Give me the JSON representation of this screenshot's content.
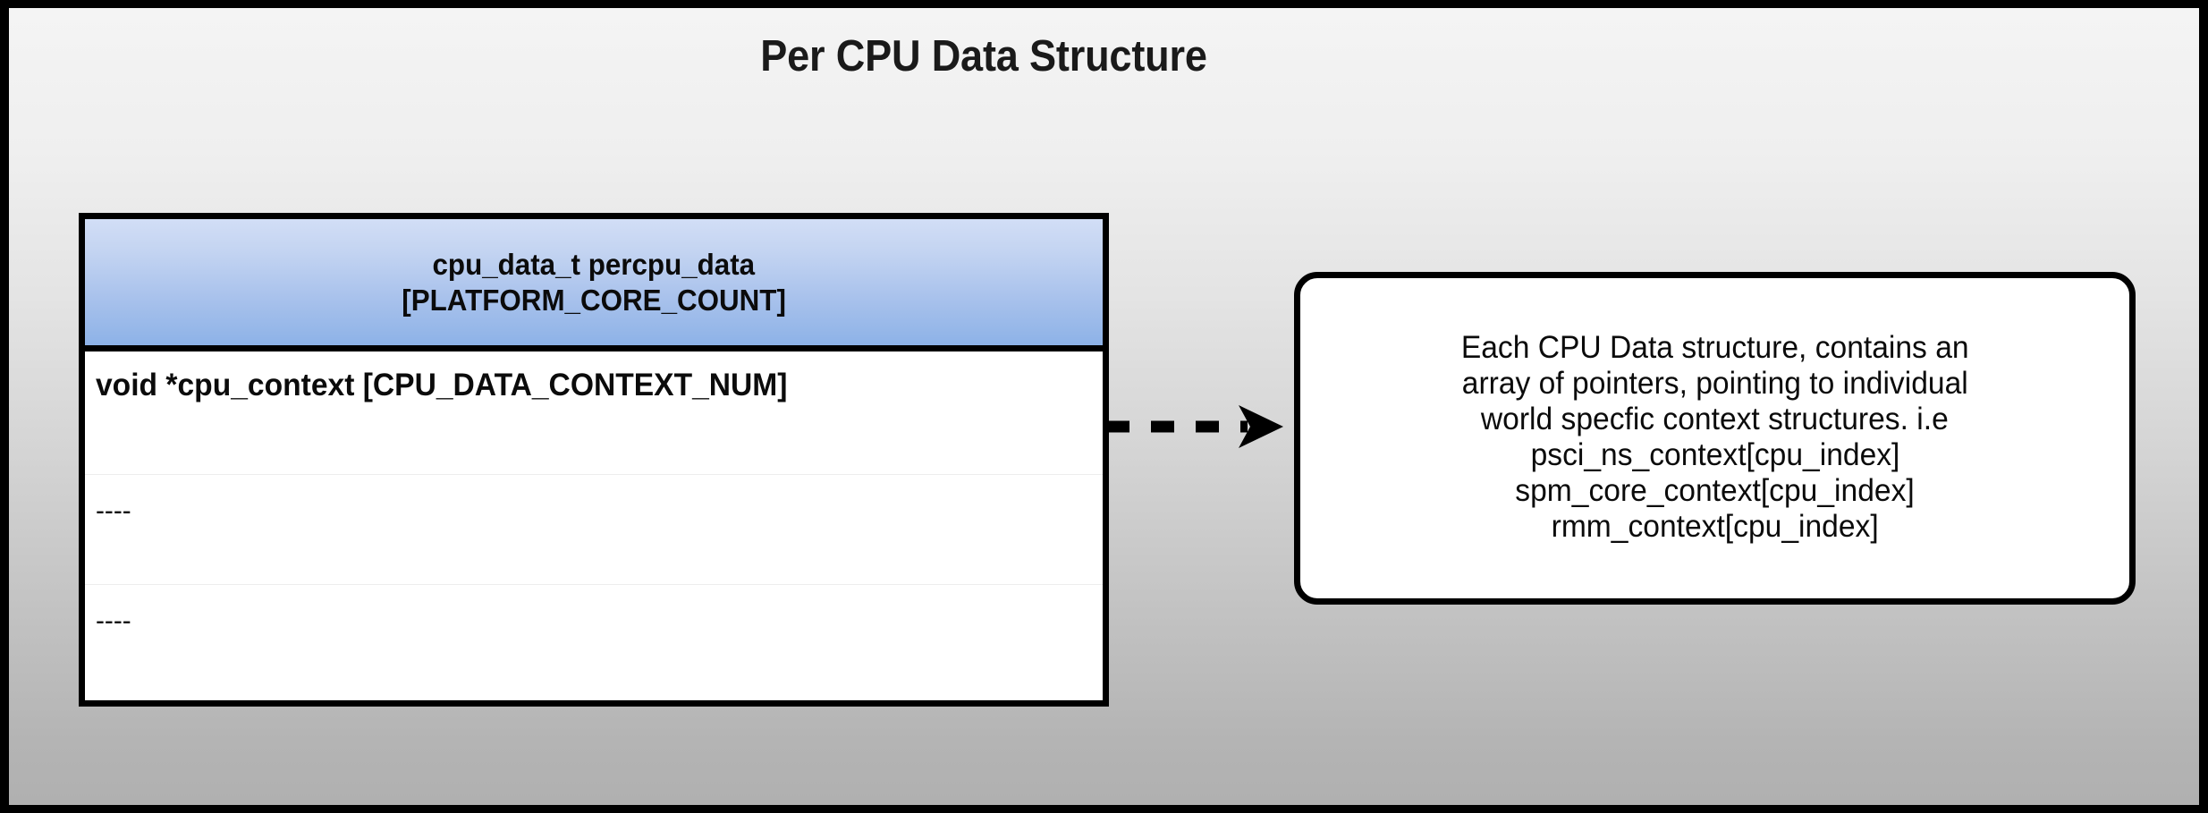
{
  "diagram": {
    "title": "Per CPU Data Structure",
    "background_top_color": "#f4f4f4",
    "background_bottom_color": "#b0b0b0",
    "frame_color": "#000000"
  },
  "table": {
    "header": {
      "line1": "cpu_data_t percpu_data",
      "line2": "[PLATFORM_CORE_COUNT]",
      "gradient_top_color": "#d2def6",
      "gradient_bottom_color": "#8db2e7"
    },
    "rows": [
      {
        "text": "void *cpu_context [CPU_DATA_CONTEXT_NUM]"
      },
      {
        "text": "----"
      },
      {
        "text": "----"
      }
    ]
  },
  "connector": {
    "style": "dashed-arrow",
    "direction": "right",
    "color": "#000000"
  },
  "callout": {
    "lines": [
      "Each CPU Data structure, contains an",
      "array of pointers, pointing to individual",
      "world specfic context structures. i.e",
      "psci_ns_context[cpu_index]",
      "spm_core_context[cpu_index]",
      "rmm_context[cpu_index]"
    ],
    "border_color": "#000000",
    "background_color": "#ffffff"
  }
}
